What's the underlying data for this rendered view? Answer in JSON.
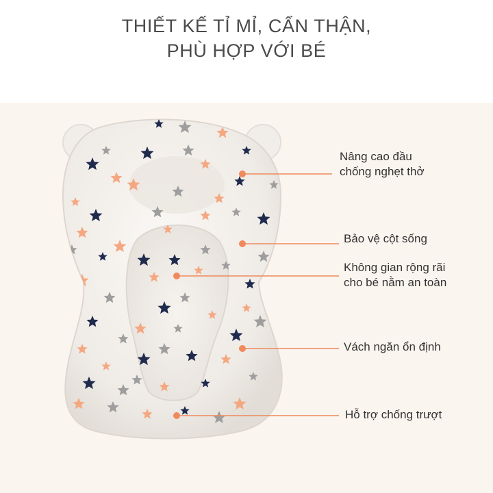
{
  "title": {
    "line1": "THIẾT KẾ TỈ MỈ, CẨN THẬN,",
    "line2": "PHÙ HỢP VỚI BÉ"
  },
  "colors": {
    "panel_background": "#fbf5ef",
    "accent": "#f08a5d",
    "star_navy": "#1f2a4d",
    "star_orange": "#f4a882",
    "star_grey": "#9e9e9e",
    "cushion": "#f3f0ec",
    "text": "#333333"
  },
  "callouts": [
    {
      "lines": [
        "Nâng cao đầu",
        "chống nghẹt thở"
      ]
    },
    {
      "lines": [
        "Bảo vệ cột sống"
      ]
    },
    {
      "lines": [
        "Không gian rộng rãi",
        "cho bé nằm an toàn"
      ]
    },
    {
      "lines": [
        "Vách ngăn ổn định"
      ]
    },
    {
      "lines": [
        "Hỗ trợ chống trượt"
      ]
    }
  ]
}
